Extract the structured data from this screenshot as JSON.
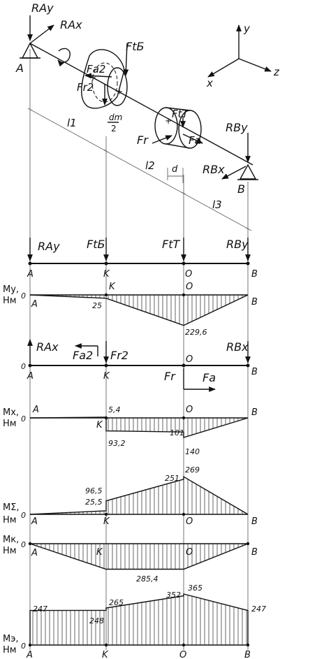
{
  "scheme": {
    "labels": {
      "RAy": "RAy",
      "RAx": "RAx",
      "FtB": "FtБ",
      "Fa2": "Fa2",
      "Fr2": "Fr2",
      "dm": "dm",
      "two": "2",
      "FtT": "FtT",
      "Fr": "Fr",
      "Fa": "Fa",
      "RBy": "RBy",
      "RBx": "RBx",
      "A": "A",
      "B": "B",
      "d": "d",
      "l1": "l1",
      "l2": "l2",
      "l3": "l3",
      "axis_x": "x",
      "axis_y": "y",
      "axis_z": "z"
    }
  },
  "diagrams": {
    "vertical_loads": {
      "forces": [
        "RAy",
        "FtБ",
        "FtT",
        "RBy"
      ],
      "points": [
        "A",
        "K",
        "O",
        "B"
      ]
    },
    "My": {
      "axis_label_1": "My,",
      "axis_label_2": "Нм",
      "zero": "0",
      "points": [
        "A",
        "K",
        "O",
        "B"
      ],
      "chart_data": {
        "type": "area",
        "x": [
          "A",
          "K",
          "O",
          "B"
        ],
        "values": [
          0,
          25,
          229.6,
          0
        ]
      },
      "value_labels": [
        "25",
        "229,6"
      ]
    },
    "horizontal_loads": {
      "forces": [
        "RAx",
        "Fa2",
        "Fr2",
        "Fr",
        "Fa",
        "RBx"
      ],
      "points": [
        "A",
        "K",
        "O",
        "B"
      ],
      "zero": "0"
    },
    "Mx": {
      "axis_label_1": "Mx,",
      "axis_label_2": "Нм",
      "zero": "0",
      "points": [
        "A",
        "K",
        "O",
        "B"
      ],
      "chart_data": {
        "type": "area",
        "x": [
          "A",
          "K-",
          "K+",
          "O-",
          "O+",
          "B"
        ],
        "values": [
          0,
          5.4,
          -93.2,
          -101,
          -140,
          0
        ]
      },
      "value_labels": [
        "5,4",
        "93,2",
        "101",
        "140"
      ]
    },
    "Msum": {
      "axis_label_1": "MΣ,",
      "axis_label_2": "Нм",
      "zero": "0",
      "points": [
        "A",
        "K",
        "O",
        "B"
      ],
      "chart_data": {
        "type": "area",
        "x": [
          "A",
          "K-",
          "K+",
          "O-",
          "O+",
          "B"
        ],
        "values": [
          0,
          25.5,
          96.5,
          251,
          269,
          0
        ]
      },
      "value_labels": [
        "25,5",
        "96,5",
        "251",
        "269"
      ]
    },
    "Mk": {
      "axis_label_1": "Mк,",
      "axis_label_2": "Нм",
      "zero": "0",
      "points": [
        "A",
        "K",
        "O",
        "B"
      ],
      "chart_data": {
        "type": "area",
        "x": [
          "A",
          "K",
          "O",
          "B"
        ],
        "values": [
          0,
          -285.4,
          -285.4,
          0
        ]
      },
      "value_labels": [
        "285,4"
      ]
    },
    "Me": {
      "axis_label_1": "Mэ,",
      "axis_label_2": "Нм",
      "zero": "0",
      "points": [
        "A",
        "K",
        "O",
        "B"
      ],
      "chart_data": {
        "type": "area",
        "x": [
          "A",
          "K-",
          "K+",
          "O-",
          "O+",
          "B"
        ],
        "values": [
          247,
          248,
          265,
          352,
          365,
          247
        ]
      },
      "value_labels": [
        "247",
        "248",
        "265",
        "352",
        "365",
        "247"
      ]
    }
  }
}
